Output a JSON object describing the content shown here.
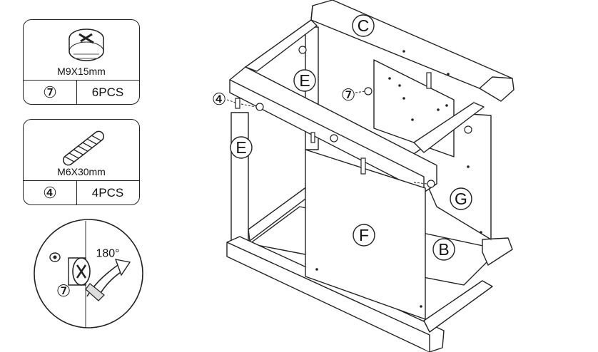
{
  "hardware": [
    {
      "size": "M9X15mm",
      "ref": "⑦",
      "qty": "6PCS",
      "icon": "cam-lock-icon"
    },
    {
      "size": "M6X30mm",
      "ref": "④",
      "qty": "4PCS",
      "icon": "dowel-icon"
    }
  ],
  "detail": {
    "angle": "180°",
    "ref": "⑦"
  },
  "parts": {
    "C": "C",
    "E_back": "E",
    "E_front": "E",
    "F": "F",
    "G": "G",
    "B": "B",
    "step4": "④",
    "step7": "⑦"
  }
}
